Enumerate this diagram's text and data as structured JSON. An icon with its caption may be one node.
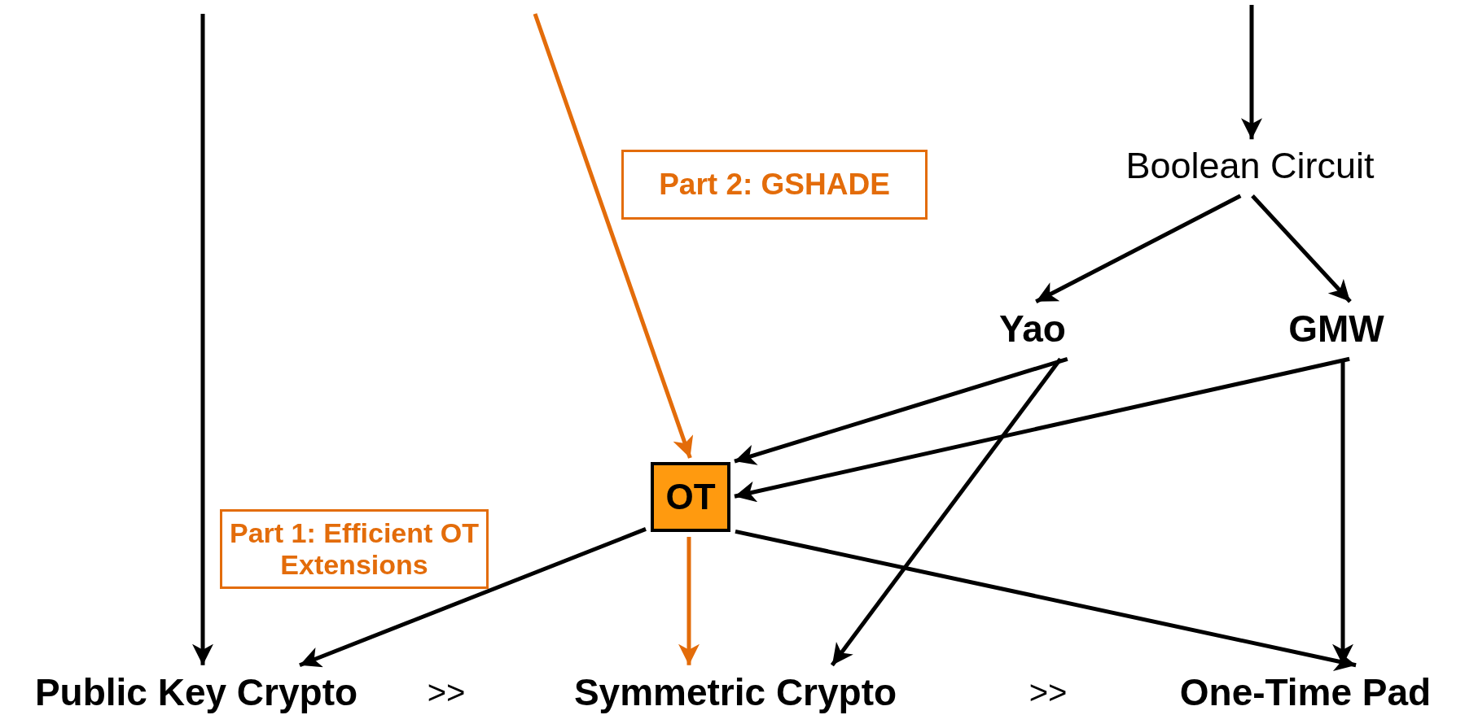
{
  "diagram": {
    "nodes": [
      {
        "text": [
          "Boolean Circuit"
        ]
      },
      {
        "text": [
          "Part 2: GSHADE"
        ]
      },
      {
        "text": [
          "Yao"
        ]
      },
      {
        "text": [
          "GMW"
        ]
      },
      {
        "text": [
          "OT"
        ]
      },
      {
        "text": [
          "Part 1: Efficient OT Extensions"
        ]
      },
      {
        "text": [
          "Public Key Crypto"
        ]
      },
      {
        "text": [
          "Symmetric Crypto"
        ]
      },
      {
        "text": [
          "One-Time Pad"
        ]
      }
    ],
    "edges": [
      {
        "from": null,
        "to": 6,
        "arrow": "to"
      },
      {
        "from": null,
        "to": 4,
        "arrow": "to",
        "color": "#e36c0a"
      },
      {
        "from": null,
        "to": 0,
        "arrow": "to"
      },
      {
        "from": 0,
        "to": 2,
        "arrow": "to"
      },
      {
        "from": 0,
        "to": 3,
        "arrow": "to"
      },
      {
        "from": 2,
        "to": 4,
        "arrow": "to"
      },
      {
        "from": 3,
        "to": 4,
        "arrow": "to"
      },
      {
        "from": 2,
        "to": 7,
        "arrow": "to"
      },
      {
        "from": 3,
        "to": 8,
        "arrow": "to"
      },
      {
        "from": 4,
        "to": 6,
        "arrow": "to"
      },
      {
        "from": 4,
        "to": 7,
        "arrow": "to",
        "color": "#e36c0a"
      },
      {
        "from": 4,
        "to": 8,
        "arrow": "to"
      }
    ],
    "labels": [
      ">>",
      ">>"
    ]
  }
}
